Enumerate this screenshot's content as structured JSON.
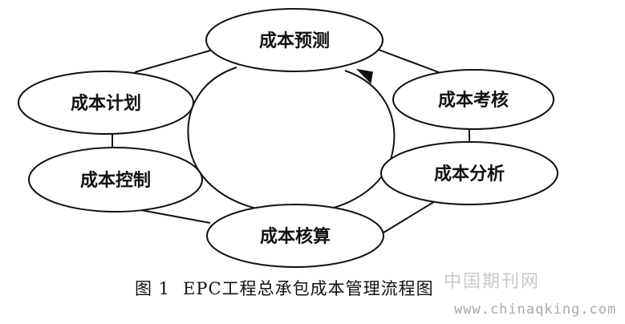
{
  "nodes": {
    "predict": "成本预测",
    "plan": "成本计划",
    "control": "成本控制",
    "accounting": "成本核算",
    "analysis": "成本分析",
    "assessment": "成本考核"
  },
  "caption": {
    "figure_number": "图 1",
    "title": "EPC工程总承包成本管理流程图"
  },
  "watermark": {
    "site_name": "中国期刊网",
    "url": "www.chinaqking.com"
  },
  "colors": {
    "line": "#111111",
    "background": "#ffffff",
    "watermark": "#bbbbbb"
  }
}
